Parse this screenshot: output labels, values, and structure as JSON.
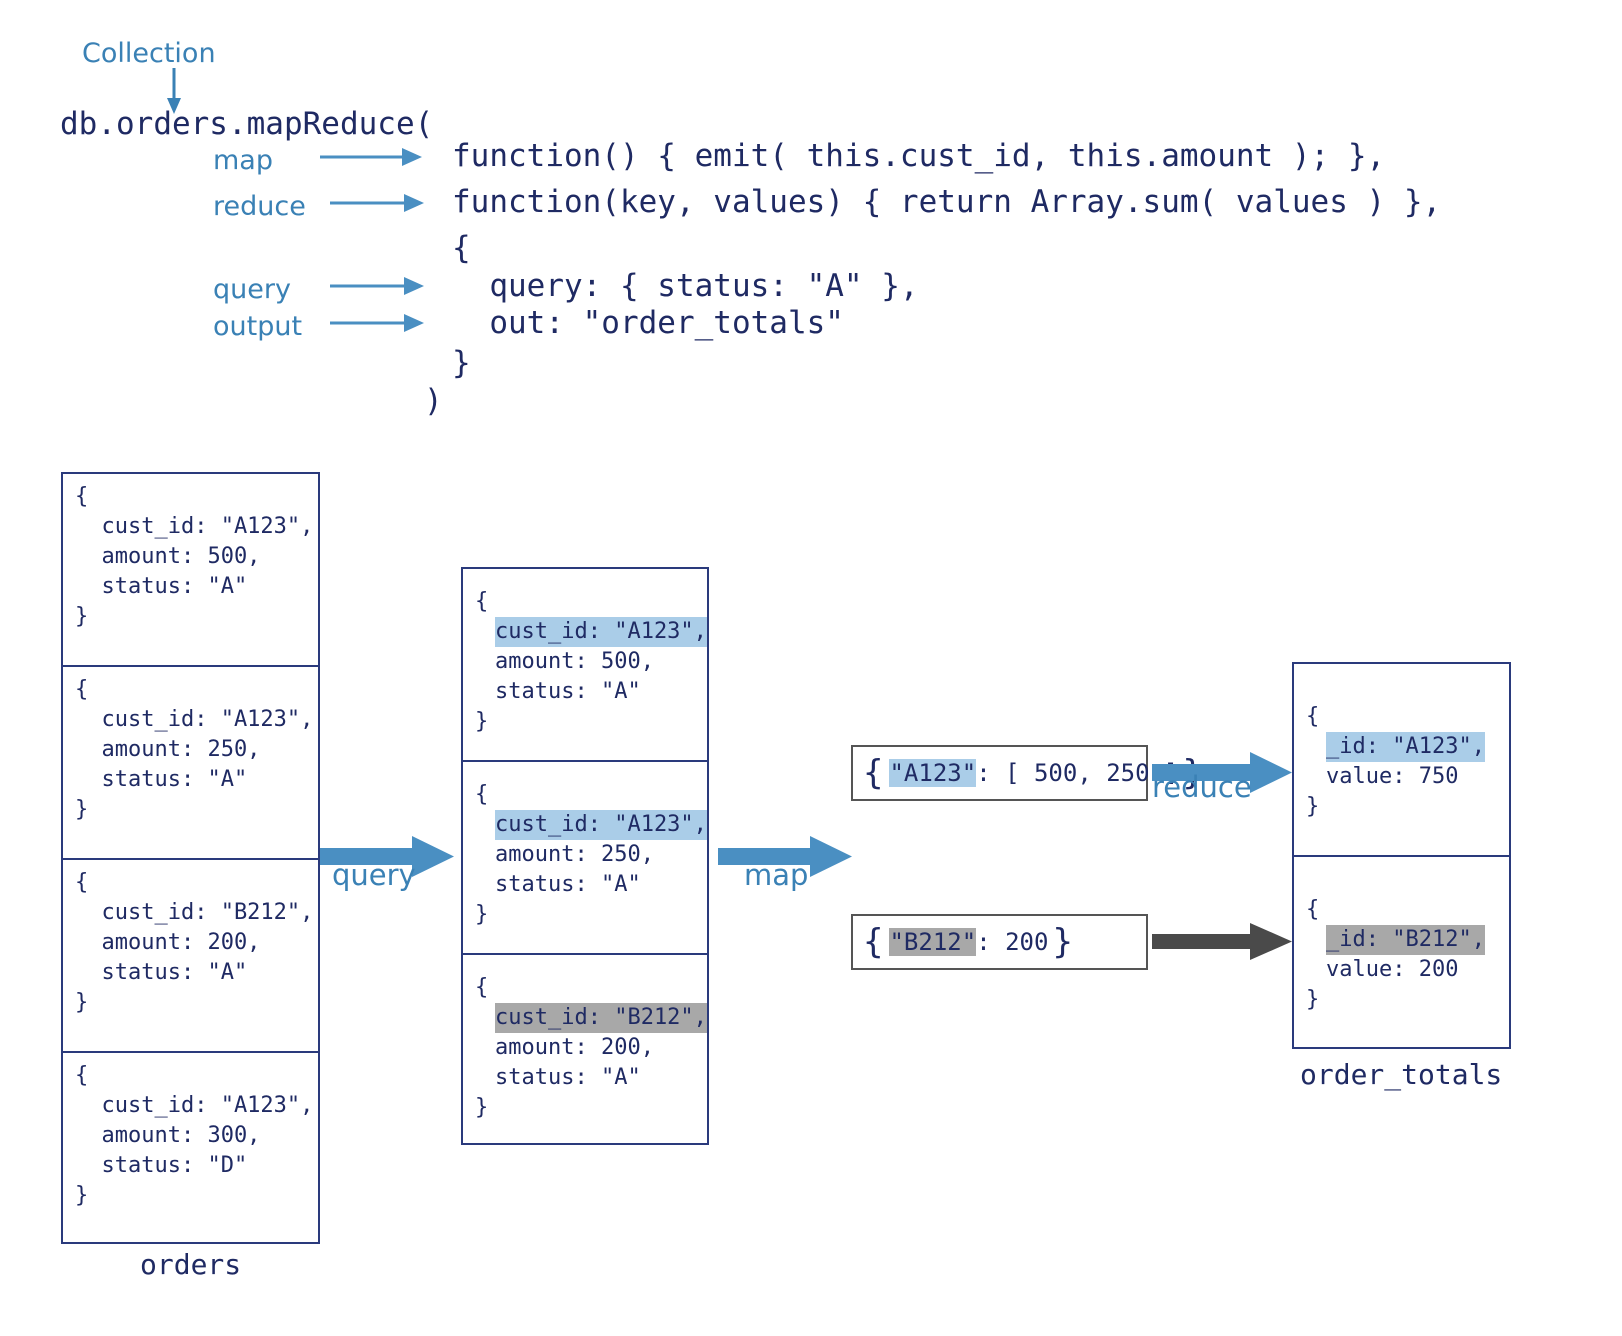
{
  "header": {
    "collection_label": "Collection",
    "call_line": "db.orders.mapReduce(",
    "params": [
      {
        "label": "map",
        "code": "function() { emit( this.cust_id, this.amount ); },"
      },
      {
        "label": "reduce",
        "code": "function(key, values) { return Array.sum( values ) },"
      }
    ],
    "open_brace": "{",
    "options": [
      {
        "label": "query",
        "code": "  query: { status: \"A\" },"
      },
      {
        "label": "output",
        "code": "  out: \"order_totals\""
      }
    ],
    "close_brace": "}",
    "close_paren": ")"
  },
  "orders_panel": {
    "caption": "orders",
    "documents": [
      {
        "open": "{",
        "lines": [
          "  cust_id: \"A123\",",
          "  amount: 500,",
          "  status: \"A\""
        ],
        "close": "}"
      },
      {
        "open": "{",
        "lines": [
          "  cust_id: \"A123\",",
          "  amount: 250,",
          "  status: \"A\""
        ],
        "close": "}"
      },
      {
        "open": "{",
        "lines": [
          "  cust_id: \"B212\",",
          "  amount: 200,",
          "  status: \"A\""
        ],
        "close": "}"
      },
      {
        "open": "{",
        "lines": [
          "  cust_id: \"A123\",",
          "  amount: 300,",
          "  status: \"D\""
        ],
        "close": "}"
      }
    ]
  },
  "query_panel": {
    "documents": [
      {
        "open": "{",
        "key_line": "cust_id: \"A123\",",
        "highlight": "blue",
        "lines": [
          "amount: 500,",
          "status: \"A\""
        ],
        "close": "}"
      },
      {
        "open": "{",
        "key_line": "cust_id: \"A123\",",
        "highlight": "blue",
        "lines": [
          "amount: 250,",
          "status: \"A\""
        ],
        "close": "}"
      },
      {
        "open": "{",
        "key_line": "cust_id: \"B212\",",
        "highlight": "gray",
        "lines": [
          "amount: 200,",
          "status: \"A\""
        ],
        "close": "}"
      }
    ]
  },
  "emit_boxes": [
    {
      "open": "{",
      "key": "\"A123\"",
      "highlight": "blue",
      "rest": ": [ 500, 250 ]",
      "close": "}"
    },
    {
      "open": "{",
      "key": "\"B212\"",
      "highlight": "gray",
      "rest": ": 200",
      "close": "}"
    }
  ],
  "output_panel": {
    "caption": "order_totals",
    "documents": [
      {
        "open": "{",
        "key_line": "_id: \"A123\",",
        "highlight": "blue",
        "lines": [
          "value: 750"
        ],
        "close": "}"
      },
      {
        "open": "{",
        "key_line": "_id: \"B212\",",
        "highlight": "gray",
        "lines": [
          "value: 200"
        ],
        "close": "}"
      }
    ]
  },
  "flow_labels": {
    "query": "query",
    "map": "map",
    "reduce": "reduce"
  },
  "colors": {
    "accent_blue": "#3a81b5",
    "arrow_blue": "#4a8fc2",
    "arrow_gray": "#4a4a4a",
    "text_navy": "#1f2a63",
    "border_navy": "#2a3a7c",
    "highlight_blue": "#aacde8",
    "highlight_gray": "#a8a8a8"
  }
}
